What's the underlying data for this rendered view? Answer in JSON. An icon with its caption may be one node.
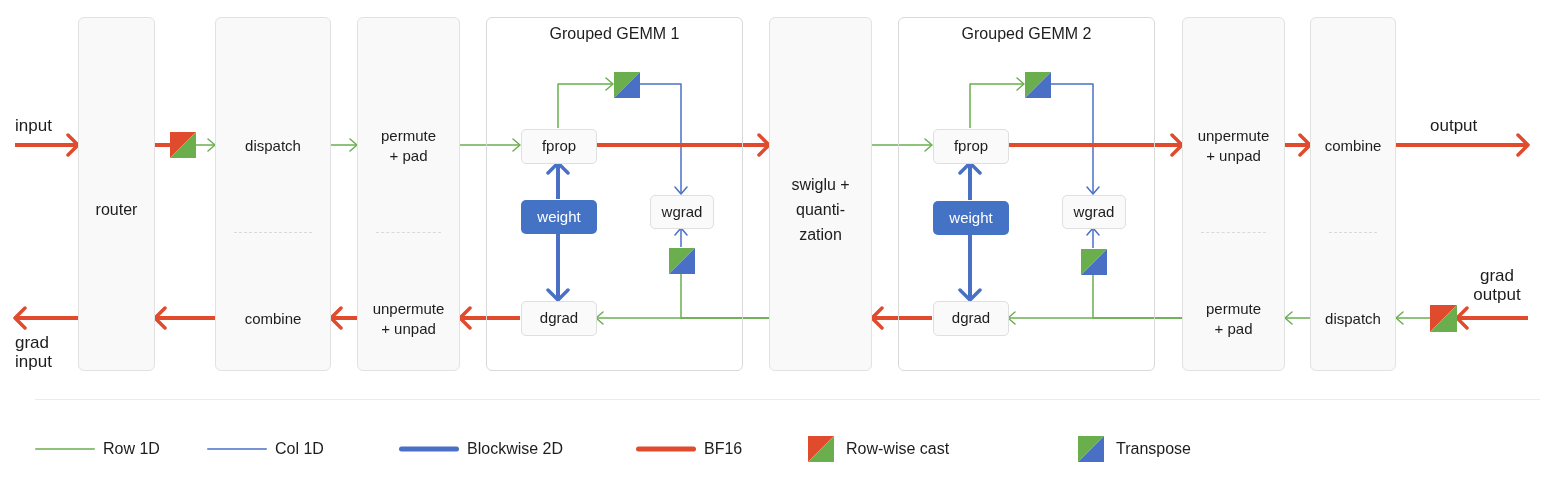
{
  "diagram": {
    "nodes": [
      {
        "text": [
          "router"
        ]
      },
      {
        "text": [],
        "shape": "box"
      },
      {
        "text": [
          "dispatch",
          "combine"
        ]
      },
      {
        "text": [
          "permute + pad",
          "unpermute + unpad"
        ]
      },
      {
        "text": [
          "Grouped GEMM 1"
        ]
      },
      {
        "text": [
          "fprop"
        ],
        "in": 4
      },
      {
        "text": [],
        "shape": "box",
        "in": 4
      },
      {
        "text": [
          "weight"
        ],
        "in": 4
      },
      {
        "text": [
          "wgrad"
        ],
        "in": 4
      },
      {
        "text": [],
        "shape": "box",
        "in": 4
      },
      {
        "text": [
          "dgrad"
        ],
        "in": 4
      },
      {
        "text": [
          "swiglu + quanti-zation"
        ]
      },
      {
        "text": [
          "Grouped GEMM 2"
        ]
      },
      {
        "text": [
          "fprop"
        ],
        "in": 12
      },
      {
        "text": [],
        "shape": "box",
        "in": 12
      },
      {
        "text": [
          "weight"
        ],
        "in": 12
      },
      {
        "text": [
          "wgrad"
        ],
        "in": 12
      },
      {
        "text": [],
        "shape": "box",
        "in": 12
      },
      {
        "text": [
          "dgrad"
        ],
        "in": 12
      },
      {
        "text": [
          "unpermute + unpad",
          "permute + pad"
        ]
      },
      {
        "text": [
          "combine",
          "dispatch"
        ]
      },
      {
        "text": [],
        "shape": "box"
      }
    ],
    "edges": [
      {
        "from": null,
        "to": 0,
        "arrow": "to",
        "label": "input",
        "style": "thick",
        "color": "#e04b2e"
      },
      {
        "from": 0,
        "to": 1,
        "arrow": "none",
        "style": "thick",
        "color": "#e04b2e"
      },
      {
        "from": 1,
        "to": 2,
        "arrow": "to",
        "color": "#6aae4e"
      },
      {
        "from": 2,
        "to": 3,
        "arrow": "to",
        "color": "#6aae4e"
      },
      {
        "from": 3,
        "to": 5,
        "arrow": "to",
        "color": "#6aae4e"
      },
      {
        "from": 5,
        "to": 6,
        "arrow": "to",
        "color": "#6aae4e"
      },
      {
        "from": 6,
        "to": 8,
        "arrow": "to",
        "color": "#4a70c5"
      },
      {
        "from": 5,
        "to": 11,
        "arrow": "to",
        "style": "thick",
        "color": "#e04b2e"
      },
      {
        "from": 7,
        "to": 5,
        "arrow": "to",
        "style": "thick",
        "color": "#4a70c5"
      },
      {
        "from": 7,
        "to": 10,
        "arrow": "to",
        "style": "thick",
        "color": "#4a70c5"
      },
      {
        "from": 11,
        "to": 10,
        "arrow": "to",
        "color": "#6aae4e"
      },
      {
        "from": 11,
        "to": 9,
        "arrow": "none",
        "color": "#6aae4e"
      },
      {
        "from": 9,
        "to": 8,
        "arrow": "to",
        "color": "#4a70c5"
      },
      {
        "from": 10,
        "to": 3,
        "arrow": "to",
        "style": "thick",
        "color": "#e04b2e"
      },
      {
        "from": 3,
        "to": 2,
        "arrow": "to",
        "style": "thick",
        "color": "#e04b2e"
      },
      {
        "from": 2,
        "to": 0,
        "arrow": "to",
        "style": "thick",
        "color": "#e04b2e"
      },
      {
        "from": 0,
        "to": null,
        "arrow": "to",
        "label": "grad input",
        "style": "thick",
        "color": "#e04b2e"
      },
      {
        "from": 11,
        "to": 13,
        "arrow": "to",
        "color": "#6aae4e"
      },
      {
        "from": 13,
        "to": 14,
        "arrow": "to",
        "color": "#6aae4e"
      },
      {
        "from": 14,
        "to": 16,
        "arrow": "to",
        "color": "#4a70c5"
      },
      {
        "from": 13,
        "to": 19,
        "arrow": "to",
        "style": "thick",
        "color": "#e04b2e"
      },
      {
        "from": 15,
        "to": 13,
        "arrow": "to",
        "style": "thick",
        "color": "#4a70c5"
      },
      {
        "from": 15,
        "to": 18,
        "arrow": "to",
        "style": "thick",
        "color": "#4a70c5"
      },
      {
        "from": 19,
        "to": 18,
        "arrow": "to",
        "color": "#6aae4e"
      },
      {
        "from": 19,
        "to": 17,
        "arrow": "none",
        "color": "#6aae4e"
      },
      {
        "from": 17,
        "to": 16,
        "arrow": "to",
        "color": "#4a70c5"
      },
      {
        "from": 18,
        "to": 11,
        "arrow": "to",
        "style": "thick",
        "color": "#e04b2e"
      },
      {
        "from": 19,
        "to": 20,
        "arrow": "to",
        "style": "thick",
        "color": "#e04b2e"
      },
      {
        "from": 20,
        "to": null,
        "arrow": "to",
        "label": "output",
        "style": "thick",
        "color": "#e04b2e"
      },
      {
        "from": null,
        "to": 21,
        "arrow": "to",
        "label": "grad output",
        "style": "thick",
        "color": "#e04b2e"
      },
      {
        "from": 21,
        "to": 20,
        "arrow": "to",
        "color": "#6aae4e"
      },
      {
        "from": 20,
        "to": 19,
        "arrow": "to",
        "color": "#6aae4e"
      }
    ],
    "legend": [
      {
        "text": "Row 1D"
      },
      {
        "text": "Col 1D"
      },
      {
        "text": "Blockwise 2D"
      },
      {
        "text": "BF16"
      },
      {
        "text": "Row-wise cast"
      },
      {
        "text": "Transpose"
      }
    ]
  }
}
